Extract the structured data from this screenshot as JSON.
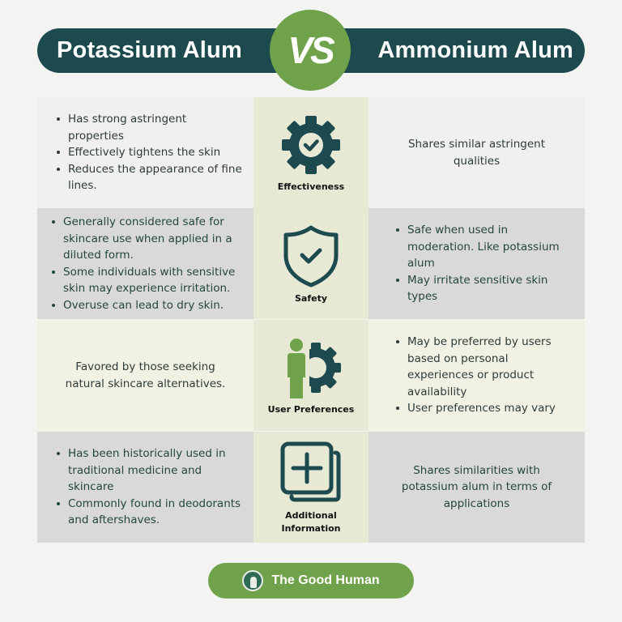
{
  "header": {
    "left_title": "Potassium Alum",
    "vs_label": "VS",
    "right_title": "Ammonium Alum"
  },
  "colors": {
    "header_bg": "#1d4a4f",
    "accent_green": "#6fa24a",
    "center_column_bg": "#e7e9d5",
    "icon_dark": "#1d4a4f"
  },
  "rows": [
    {
      "category": "Effectiveness",
      "icon": "gear-check-icon",
      "potassium": {
        "type": "bullets",
        "items": [
          "Has strong astringent properties",
          "Effectively tightens the skin",
          "Reduces the appearance of fine lines."
        ]
      },
      "ammonium": {
        "type": "text",
        "text": "Shares similar astringent qualities"
      }
    },
    {
      "category": "Safety",
      "icon": "shield-check-icon",
      "potassium": {
        "type": "bullets",
        "items": [
          "Generally considered safe for skincare use when applied in a diluted form.",
          "Some individuals with sensitive skin may experience irritation.",
          "Overuse can lead to dry skin."
        ]
      },
      "ammonium": {
        "type": "bullets",
        "items": [
          "Safe when used in moderation. Like potassium alum",
          "May irritate sensitive skin types"
        ]
      }
    },
    {
      "category": "User Preferences",
      "icon": "user-gear-icon",
      "potassium": {
        "type": "text",
        "text": "Favored by those seeking natural skincare alternatives."
      },
      "ammonium": {
        "type": "bullets",
        "items": [
          "May be preferred by users based on personal experiences or product availability",
          "User preferences may vary"
        ]
      }
    },
    {
      "category_line1": "Additional",
      "category_line2": "Information",
      "icon": "add-copy-icon",
      "potassium": {
        "type": "bullets",
        "items": [
          "Has been historically used in traditional medicine and skincare",
          "Commonly found in deodorants and aftershaves."
        ]
      },
      "ammonium": {
        "type": "text",
        "text": "Shares similarities with potassium alum in terms of applications"
      }
    }
  ],
  "footer": {
    "brand": "The Good Human",
    "logo_icon": "woman-profile-logo-icon"
  }
}
